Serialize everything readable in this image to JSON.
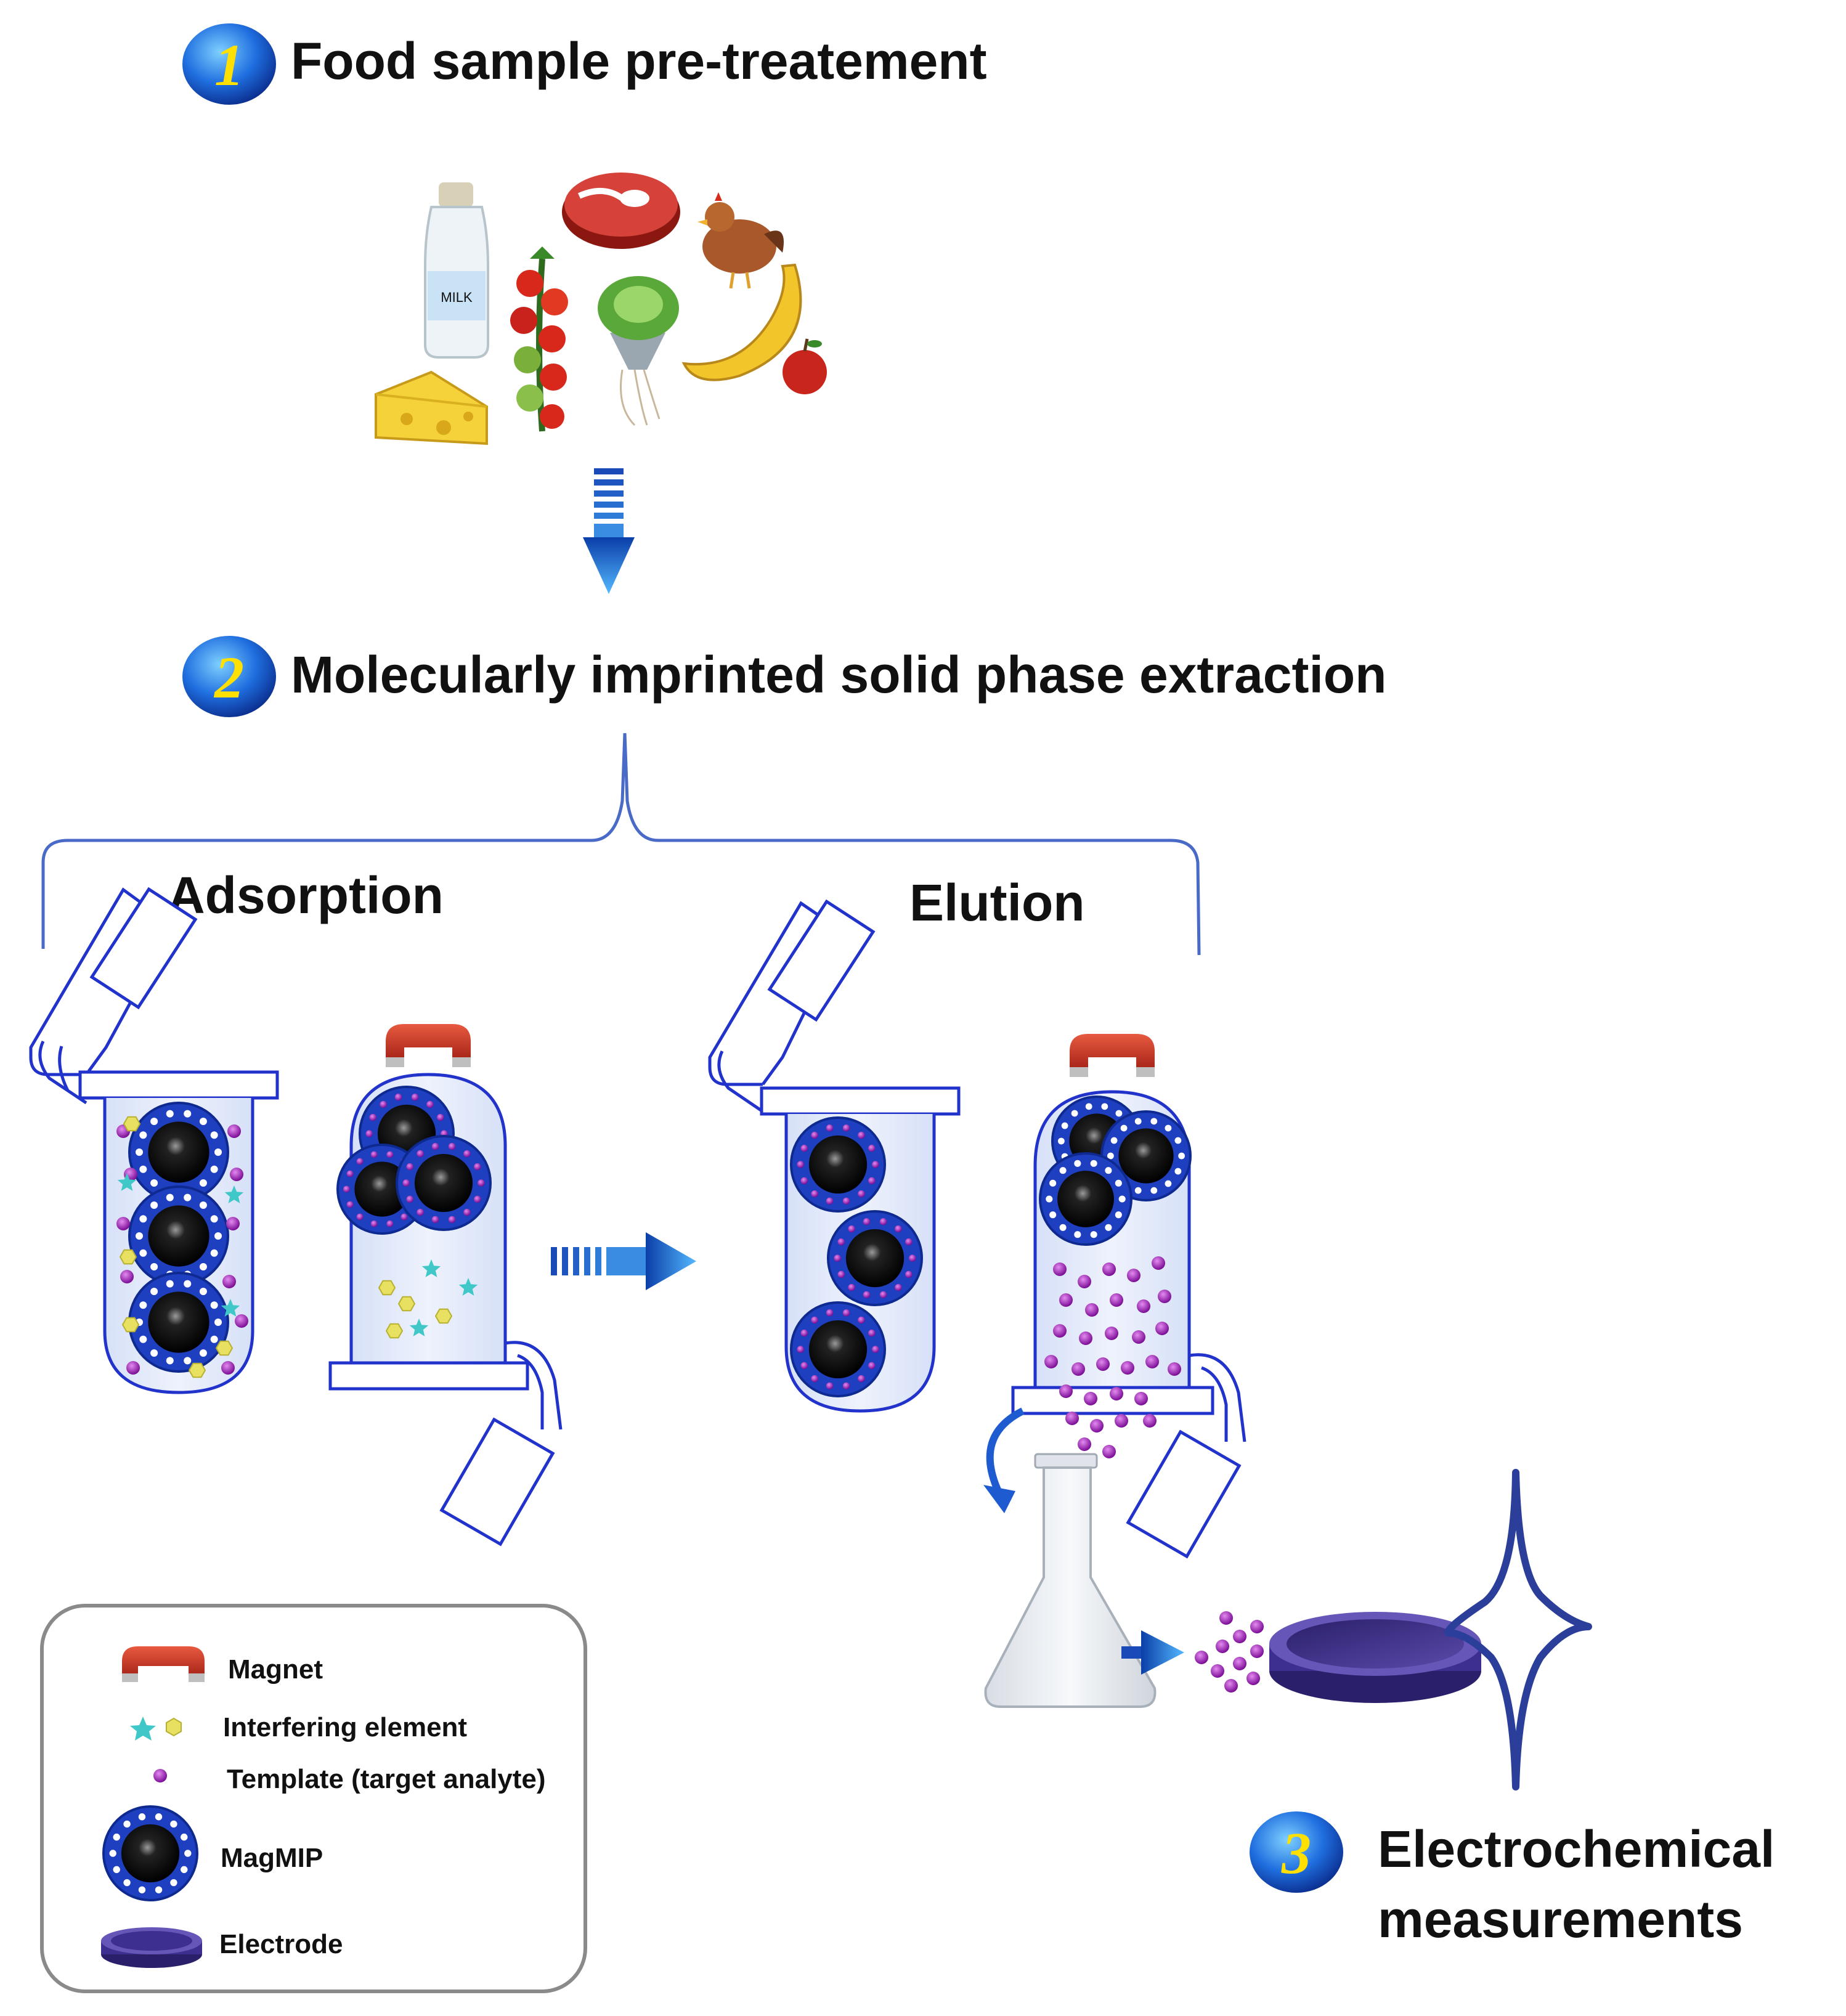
{
  "steps": [
    {
      "number": "1",
      "label": "Food sample pre-treatement"
    },
    {
      "number": "2",
      "label": "Molecularly imprinted solid phase extraction"
    },
    {
      "number": "3",
      "label_line1": "Electrochemical",
      "label_line2": "measurements"
    }
  ],
  "phases": {
    "adsorption": "Adsorption",
    "elution": "Elution"
  },
  "legend": {
    "magnet": "Magnet",
    "interfering": "Interfering element",
    "template": "Template (target analyte)",
    "magmip": "MagMIP",
    "electrode": "Electrode"
  },
  "food_items": [
    "milk-bottle",
    "meat-steak",
    "chicken",
    "tomatoes",
    "lettuce",
    "banana",
    "apple",
    "cheese"
  ],
  "milk_label": "MILK",
  "colors": {
    "step_badge": "#1f6fe0",
    "arrow_blue": "#2b8fe8",
    "outline_blue": "#2233cc",
    "magmip_ring": "#1e3fbf",
    "template_purple": "#9b1fb5",
    "magnet_red": "#cc2b1d",
    "electrode_purple": "#3d2f8f",
    "voltammogram": "#2b3f9a",
    "interfering_star": "#40c8c8",
    "interfering_hex": "#e8e060"
  }
}
